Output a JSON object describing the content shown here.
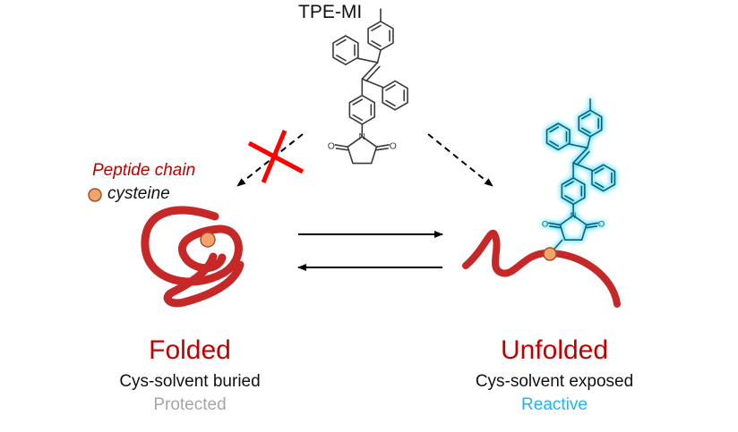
{
  "molecule": {
    "label": "TPE-MI"
  },
  "legend": {
    "peptide": "Peptide chain",
    "cysteine": "cysteine"
  },
  "folded": {
    "title": "Folded",
    "state": "Cys-solvent buried",
    "status": "Protected"
  },
  "unfolded": {
    "title": "Unfolded",
    "state": "Cys-solvent exposed",
    "status": "Reactive"
  },
  "colors": {
    "peptide": "#c62828",
    "cysteine_fill": "#f4a46a",
    "cysteine_stroke": "#a0522d",
    "glow": "#29d3f5",
    "block": "#ff0000",
    "protected": "#a6a6a6",
    "reactive": "#1fb5f0",
    "title": "#c00000"
  },
  "icons": {
    "block": "x-mark-icon",
    "equilibrium": "equilibrium-arrows-icon",
    "structure": "tpe-mi-structure-icon"
  }
}
